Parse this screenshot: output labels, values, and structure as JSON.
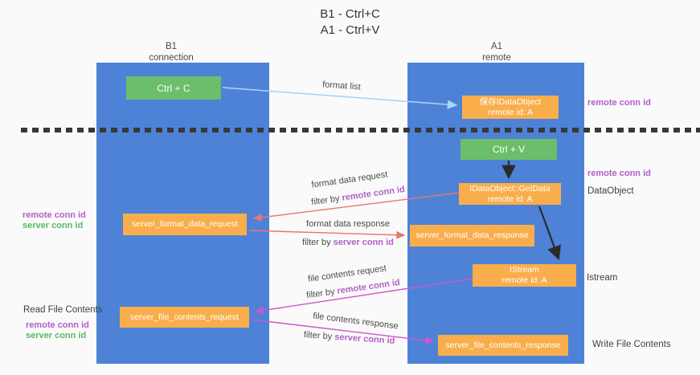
{
  "title": {
    "line1": "B1 - Ctrl+C",
    "line2": "A1 - Ctrl+V"
  },
  "lanes": {
    "left": {
      "name": "B1",
      "role": "connection"
    },
    "right": {
      "name": "A1",
      "role": "remote"
    }
  },
  "boxes": {
    "ctrl_c": {
      "label": "Ctrl + C"
    },
    "ctrl_v": {
      "label": "Ctrl + V"
    },
    "save_dataobject": {
      "line1": "保存IDataObject",
      "line2": "remote id: A"
    },
    "getdata": {
      "line1": "IDataObject::GetData",
      "line2": "remote id: A"
    },
    "format_request": {
      "label": "server_format_data_request"
    },
    "format_response": {
      "label": "server_format_data_response"
    },
    "istream": {
      "line1": "IStream",
      "line2": "remote id: A"
    },
    "file_request": {
      "label": "server_file_contents_request"
    },
    "file_response": {
      "label": "server_file_contents_response"
    }
  },
  "side_labels": {
    "remote_conn_id": "remote conn id",
    "server_conn_id": "server conn id",
    "dataobject": "DataObject",
    "istream": "Istream",
    "read_file_contents": "Read File Contents",
    "write_file_contents": "Write File Contents"
  },
  "arrow_labels": {
    "format_list": "format list",
    "format_data_request": "format data request",
    "format_data_response": "format data response",
    "file_contents_request": "file contents request",
    "file_contents_response": "file contents response",
    "filter_by": "filter by ",
    "remote_conn_id": "remote conn id",
    "server_conn_id": "server conn id"
  },
  "colors": {
    "lane_blue": "#4e82d6",
    "box_green": "#6cbe6a",
    "box_orange": "#f9ae4b",
    "arrow_red": "#e97572",
    "arrow_magenta": "#ce56ce",
    "arrow_blue": "#a9d5f0",
    "arrow_black": "#2b2b2b",
    "label_purple": "#b45ec8",
    "label_green": "#55b865"
  }
}
